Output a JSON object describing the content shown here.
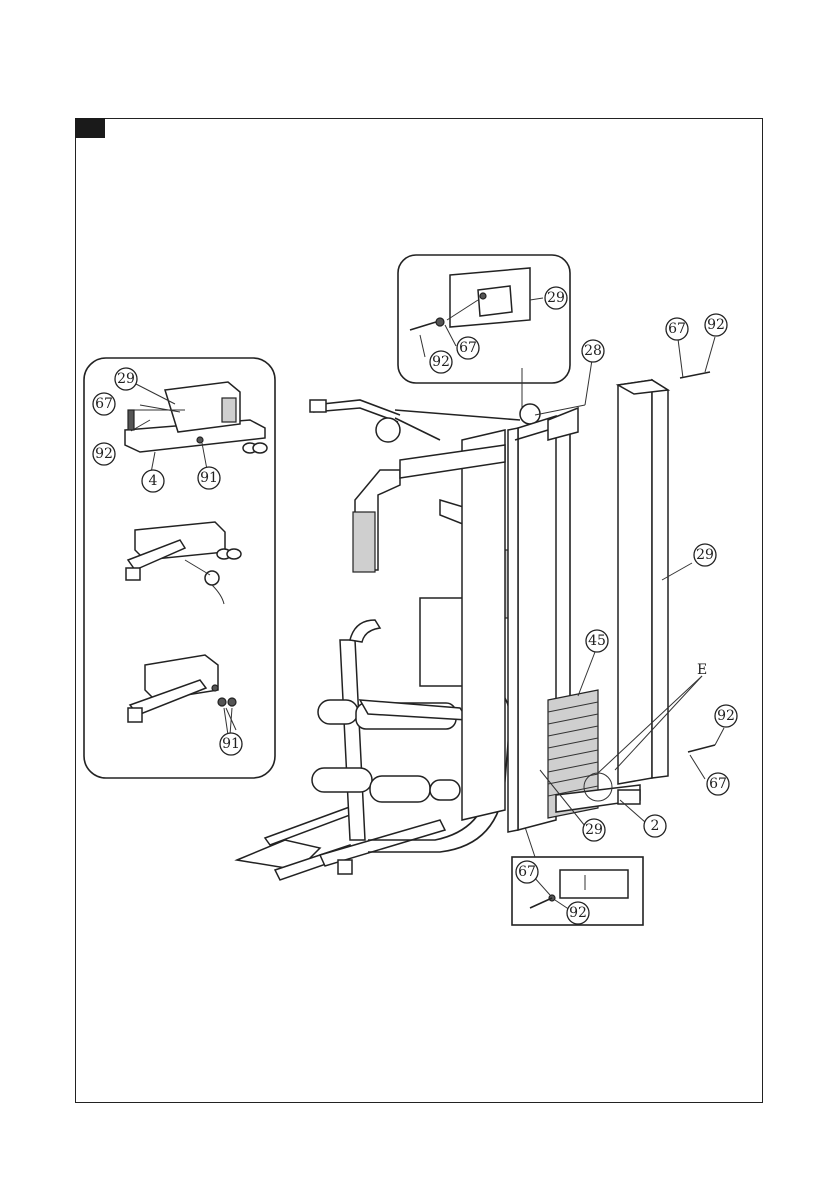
{
  "callouts": {
    "top_inset_29": "29",
    "top_inset_67": "67",
    "top_inset_92": "92",
    "c28": "28",
    "c67_top_right": "67",
    "c92_top_right": "92",
    "c29_right": "29",
    "c45": "45",
    "letter_e": "E",
    "c92_mid_right": "92",
    "c67_mid_right": "67",
    "c2": "2",
    "c29_bottom": "29",
    "left_29": "29",
    "left_67": "67",
    "left_92": "92",
    "left_4": "4",
    "left_91_top": "91",
    "left_91_bottom": "91",
    "bottom_inset_67": "67",
    "bottom_inset_92": "92"
  }
}
